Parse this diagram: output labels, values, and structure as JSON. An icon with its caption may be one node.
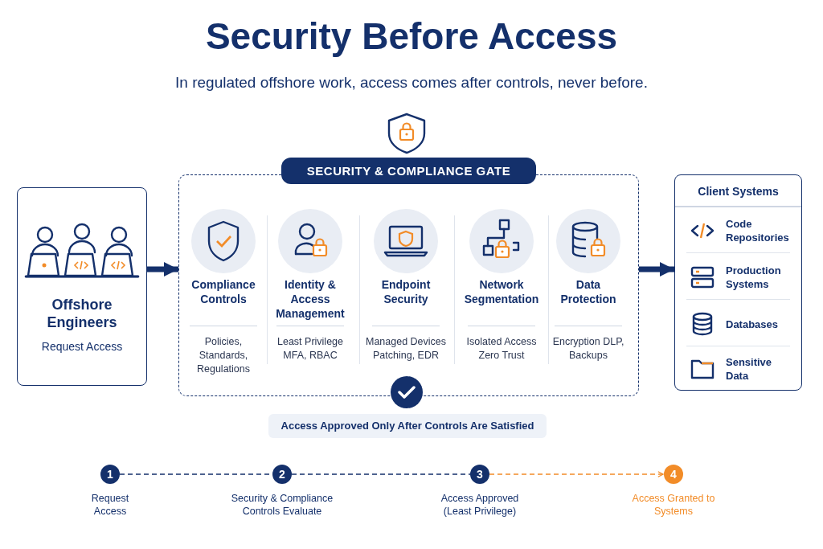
{
  "diagram": {
    "title": "Security Before Access",
    "nodes": [
      {
        "text": [
          "Offshore Engineers",
          "Request Access"
        ]
      },
      {
        "text": [
          "SECURITY & COMPLIANCE GATE"
        ]
      },
      {
        "text": [
          "Compliance Controls",
          "Policies, Standards, Regulations"
        ],
        "in": 1
      },
      {
        "text": [
          "Identity & Access Management",
          "Least Privilege MFA, RBAC"
        ],
        "in": 1
      },
      {
        "text": [
          "Endpoint Security",
          "Managed Devices Patching, EDR"
        ],
        "in": 1
      },
      {
        "text": [
          "Network Segmentation",
          "Isolated Access Zero Trust"
        ],
        "in": 1
      },
      {
        "text": [
          "Data Protection",
          "Encryption DLP, Backups"
        ],
        "in": 1
      },
      {
        "text": [
          "Client Systems"
        ]
      },
      {
        "text": [
          "Code Repositories"
        ],
        "in": 7
      },
      {
        "text": [
          "Production Systems"
        ],
        "in": 7
      },
      {
        "text": [
          "Databases"
        ],
        "in": 7
      },
      {
        "text": [
          "Sensitive Data"
        ],
        "in": 7
      },
      {
        "text": [
          "1"
        ],
        "beside": [
          "Request Access"
        ]
      },
      {
        "text": [
          "2"
        ],
        "beside": [
          "Security & Compliance Controls Evaluate"
        ]
      },
      {
        "text": [
          "3"
        ],
        "beside": [
          "Access Approved (Least Privilege)"
        ]
      },
      {
        "text": [
          "4"
        ],
        "beside": [
          "Access Granted to Systems"
        ]
      },
      {
        "text": [
          "Access Approved Only After Controls Are Satisfied"
        ]
      }
    ],
    "edges": [
      {
        "from": 0,
        "to": 1,
        "arrow": "to",
        "style": "thick"
      },
      {
        "from": 1,
        "to": 7,
        "arrow": "to",
        "style": "thick"
      },
      {
        "from": 12,
        "to": 13,
        "arrow": "none",
        "style": "dashed"
      },
      {
        "from": 13,
        "to": 14,
        "arrow": "none",
        "style": "dashed"
      },
      {
        "from": 14,
        "to": 15,
        "arrow": "to",
        "style": "dashed",
        "color": "#f28c28"
      }
    ],
    "labels": [
      "In regulated offshore work, access comes after controls, never before."
    ]
  }
}
